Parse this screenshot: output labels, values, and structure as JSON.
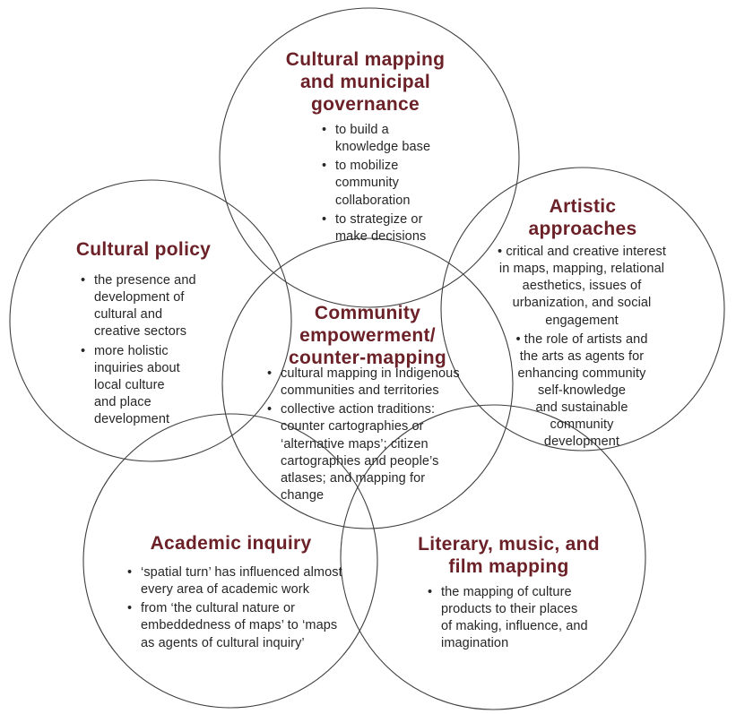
{
  "colors": {
    "heading_accent": "#6b2127",
    "body_text": "#262626",
    "circle_stroke": "#3f3f3f",
    "background": "#ffffff"
  },
  "diagram": {
    "top": {
      "title": "Cultural mapping\nand municipal\ngovernance",
      "bullets": [
        "to build a\nknowledge base",
        "to mobilize\ncommunity\ncollaboration",
        "to strategize or\nmake decisions"
      ]
    },
    "left": {
      "title": "Cultural policy",
      "bullets": [
        "the presence and\ndevelopment of\ncultural and\ncreative sectors",
        "more holistic\ninquiries about\nlocal culture\nand place\ndevelopment"
      ]
    },
    "right": {
      "title": "Artistic\napproaches",
      "bullets": [
        "critical and creative interest\nin maps, mapping, relational\naesthetics, issues of\nurbanization, and social\nengagement",
        "the role of artists and\nthe arts as agents for\nenhancing community\nself-knowledge\nand sustainable\ncommunity\ndevelopment"
      ]
    },
    "center": {
      "title": "Community\nempowerment/\ncounter-mapping",
      "bullets": [
        "cultural mapping in Indigenous\ncommunities and territories",
        "collective action traditions:\ncounter cartographies or\n‘alternative maps’; citizen\ncartographies and people’s\natlases; and mapping for change"
      ]
    },
    "bottom_left": {
      "title": "Academic inquiry",
      "bullets": [
        "‘spatial turn’ has influenced almost\nevery area of academic work",
        "from ‘the cultural nature or\nembeddedness of maps’ to ‘maps\nas agents of cultural inquiry’"
      ]
    },
    "bottom_right": {
      "title": "Literary, music, and\nfilm mapping",
      "bullets": [
        "the mapping of culture\nproducts to their places\nof making, influence, and\nimagination"
      ]
    }
  }
}
